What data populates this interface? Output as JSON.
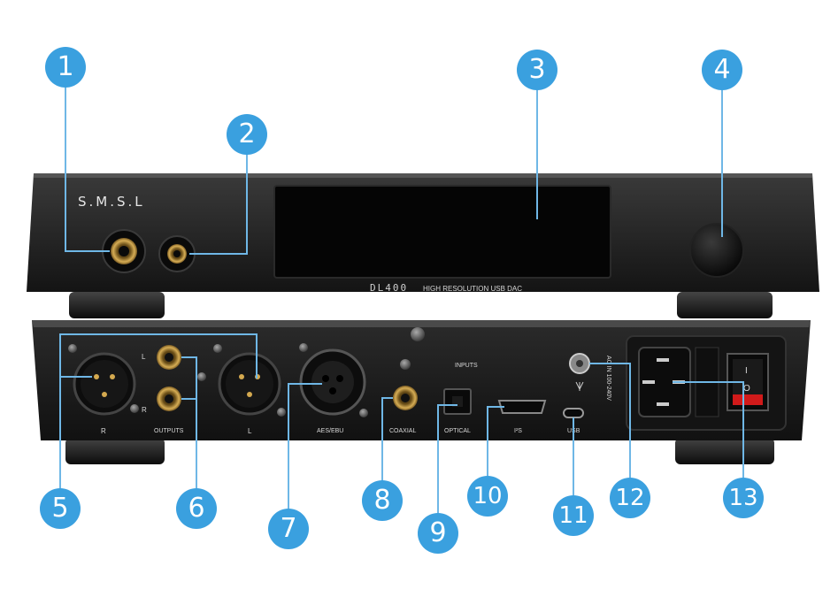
{
  "device": {
    "brand": "S.M.S.L",
    "model": "DL400",
    "model_tagline": "HIGH RESOLUTION USB DAC",
    "front_panel": {
      "display": "",
      "components": [
        "headphone-jack-large",
        "headphone-jack-small",
        "display",
        "volume-knob"
      ]
    },
    "rear_panel": {
      "labels": {
        "inputs": "INPUTS",
        "outputs": "OUTPUTS",
        "xlr_right": "R",
        "xlr_left": "L",
        "rca_left": "L",
        "rca_right": "R",
        "aes": "AES/EBU",
        "coaxial": "COAXIAL",
        "optical": "OPTICAL",
        "i2s": "I²S",
        "usb": "USB",
        "power": "AC IN 100-240V",
        "switch_on": "I",
        "switch_off": "O"
      }
    }
  },
  "callouts": [
    {
      "number": "1",
      "target": "headphone-jack-large"
    },
    {
      "number": "2",
      "target": "headphone-jack-small"
    },
    {
      "number": "3",
      "target": "display"
    },
    {
      "number": "4",
      "target": "volume-knob"
    },
    {
      "number": "5",
      "target": "xlr-outputs"
    },
    {
      "number": "6",
      "target": "rca-outputs"
    },
    {
      "number": "7",
      "target": "aes-ebu-input"
    },
    {
      "number": "8",
      "target": "coaxial-input"
    },
    {
      "number": "9",
      "target": "optical-input"
    },
    {
      "number": "10",
      "target": "i2s-input"
    },
    {
      "number": "11",
      "target": "usb-input"
    },
    {
      "number": "12",
      "target": "antenna-connector"
    },
    {
      "number": "13",
      "target": "power-inlet-switch"
    }
  ],
  "colors": {
    "callout": "#3aa0df",
    "chassis": "#1a1a1a",
    "leader_line": "#6fb7e6",
    "gold": "#c9a04a"
  }
}
